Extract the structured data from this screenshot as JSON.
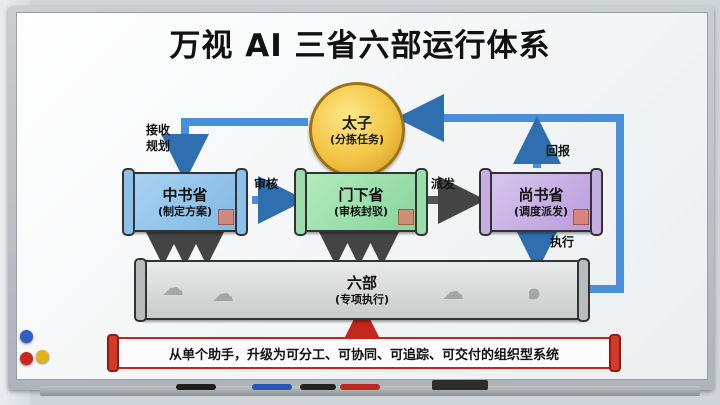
{
  "title": "万视 AI 三省六部运行体系",
  "nodes": {
    "taizi": {
      "name": "太子",
      "role": "(分拣任务)"
    },
    "zhongshu": {
      "name": "中书省",
      "role": "(制定方案)"
    },
    "menxia": {
      "name": "门下省",
      "role": "(审核封驳)"
    },
    "shangshu": {
      "name": "尚书省",
      "role": "(调度派发)"
    },
    "liubu": {
      "name": "六部",
      "role": "(专项执行)"
    }
  },
  "edges": {
    "receive_plan": {
      "line1": "接收",
      "line2": "规划"
    },
    "review": "审核",
    "dispatch": "派发",
    "report_back": "回报",
    "execute": "执行"
  },
  "banner": "从单个助手，升级为可分工、可协同、可追踪、可交付的组织型系统",
  "colors": {
    "arrow_blue": "#4a90d9",
    "arrow_gray": "#555555",
    "banner_red": "#c2261d"
  }
}
